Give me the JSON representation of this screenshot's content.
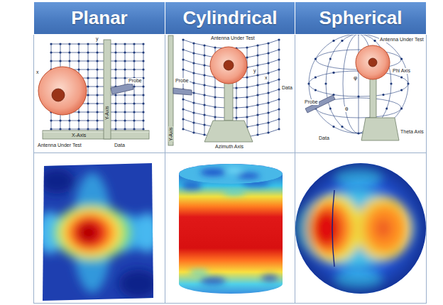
{
  "diagram": {
    "nodes": [
      {
        "text": [
          "Planar"
        ]
      },
      {
        "text": [
          "Cylindrical"
        ]
      },
      {
        "text": [
          "Spherical"
        ]
      }
    ],
    "labels": [
      "y",
      "x",
      "Probe",
      "Antenna Under Test",
      "Data",
      "X-Axis",
      "Y-Axis",
      "Antenna Under Test",
      "Probe",
      "Data",
      "Azimuth Axis",
      "Y-Axis",
      "y",
      "x",
      "Antenna Under Test",
      "Probe",
      "Data",
      "Theta Axis",
      "Phi Axis",
      "φ",
      "θ"
    ]
  }
}
